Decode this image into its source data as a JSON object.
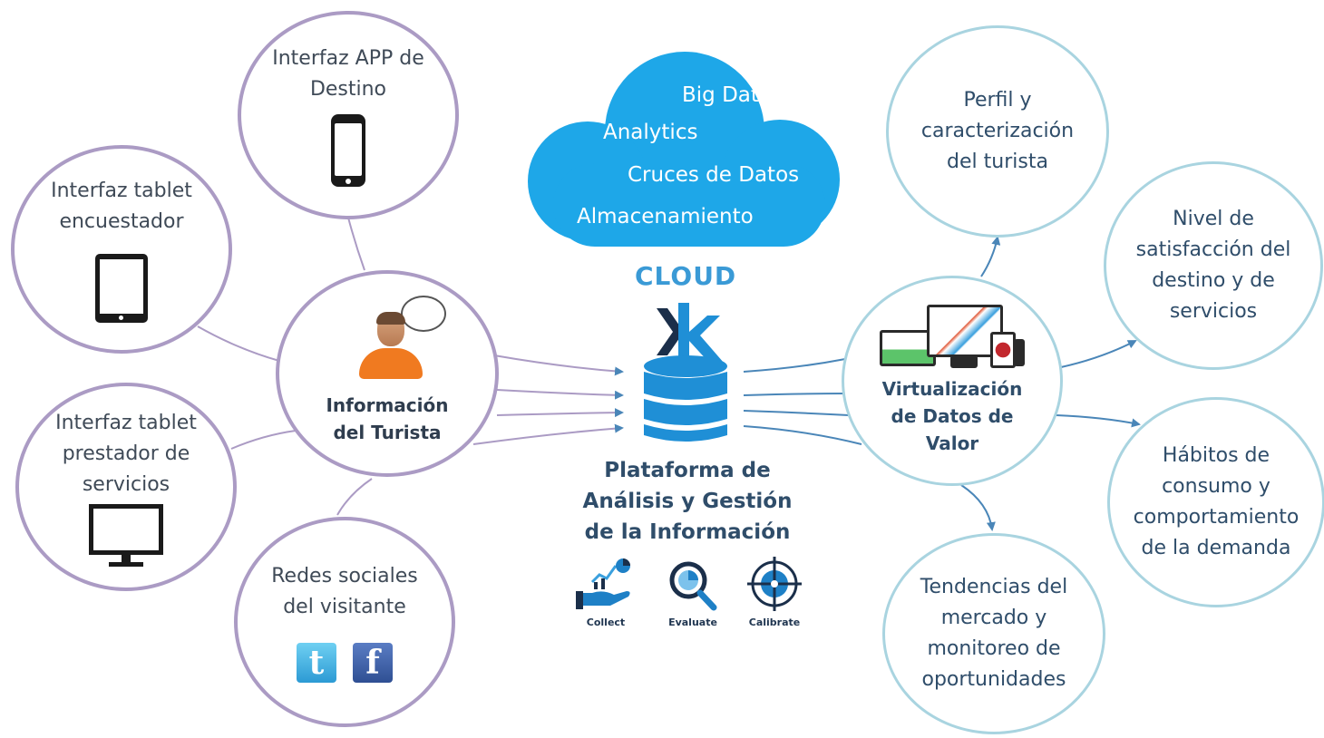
{
  "nodes": {
    "app_destino": {
      "label": "Interfaz APP de\nDestino",
      "icon": "smartphone-icon"
    },
    "tablet_encuestador": {
      "label": "Interfaz tablet\nencuestador",
      "icon": "tablet-icon"
    },
    "tablet_prestador": {
      "label": "Interfaz tablet\nprestador de\nservicios",
      "icon": "monitor-icon"
    },
    "redes_sociales": {
      "label": "Redes sociales\ndel visitante",
      "icons": [
        "twitter-icon",
        "facebook-icon"
      ]
    },
    "informacion_turista": {
      "label": "Información\ndel Turista",
      "icon": "tourist-person-icon"
    },
    "virtualizacion": {
      "label": "Virtualización\nde Datos de\nValor",
      "icon": "devices-dashboard-icon"
    },
    "perfil": {
      "label": "Perfil  y\ncaracterización\ndel turista"
    },
    "satisfaccion": {
      "label": "Nivel de\nsatisfacción del\ndestino y de\nservicios"
    },
    "habitos": {
      "label": "Hábitos de\nconsumo y\ncomportamiento\nde la demanda"
    },
    "tendencias": {
      "label": "Tendencias del\nmercado y\nmonitoreo de\noportunidades"
    }
  },
  "cloud": {
    "items": [
      "Big Data",
      "Analytics",
      "Cruces de Datos",
      "Almacenamiento"
    ],
    "title": "CLOUD",
    "logo_icon": "database-k-logo-icon"
  },
  "platform": {
    "title": "Plataforma de\nAnálisis y Gestión\nde la Información",
    "tools": [
      {
        "label": "Collect",
        "icon": "hand-chart-icon"
      },
      {
        "label": "Evaluate",
        "icon": "magnifier-chart-icon"
      },
      {
        "label": "Calibrate",
        "icon": "target-crosshair-icon"
      }
    ]
  },
  "colors": {
    "purple_border": "#ab9bc4",
    "blue_border": "#a9d4e0",
    "cloud_blue": "#1ea7e8",
    "arrow_blue": "#4a86b8",
    "text_navy": "#2f4d6a"
  }
}
